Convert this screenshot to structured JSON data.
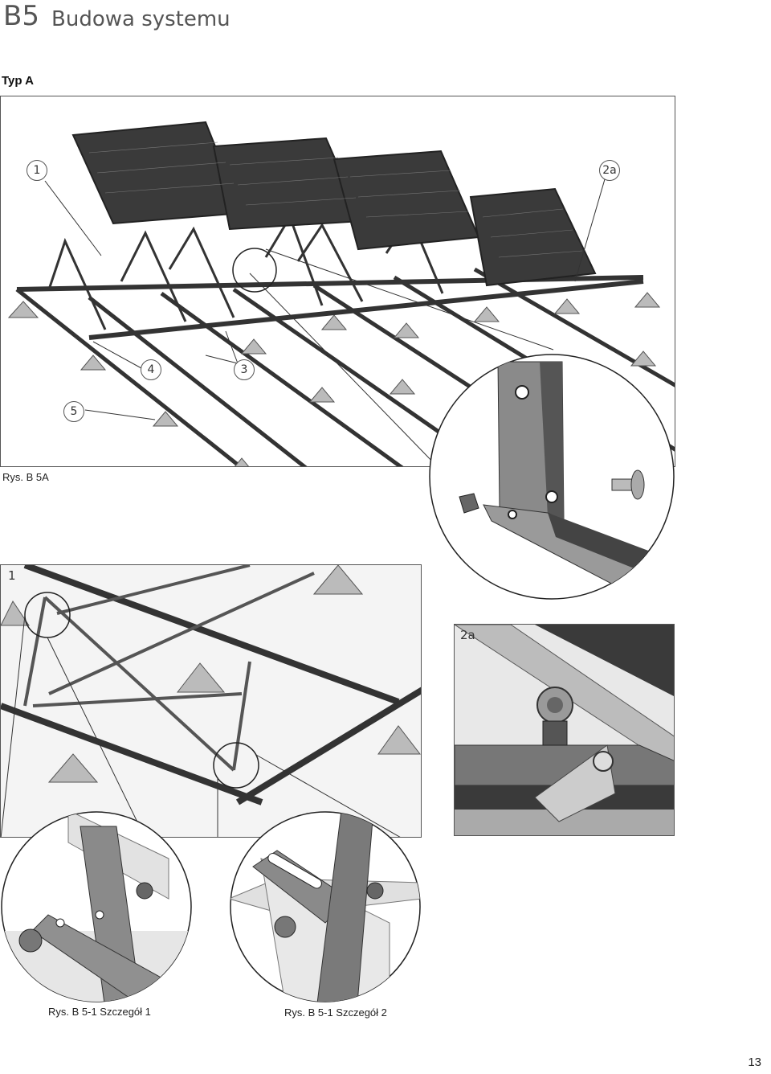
{
  "header": {
    "section_code": "B5",
    "section_title": "Budowa systemu"
  },
  "subheading": "Typ A",
  "figure_main": {
    "caption": "Rys. B 5A",
    "callouts": [
      "1",
      "2a",
      "4",
      "3",
      "5"
    ]
  },
  "figure_detail_1": {
    "label": "1",
    "caption": "Rys. B 5-1 Szczegół 1"
  },
  "figure_detail_2a": {
    "label": "2a"
  },
  "figure_detail_2": {
    "caption": "Rys. B 5-1 Szczegół 2"
  },
  "page_number": "13"
}
